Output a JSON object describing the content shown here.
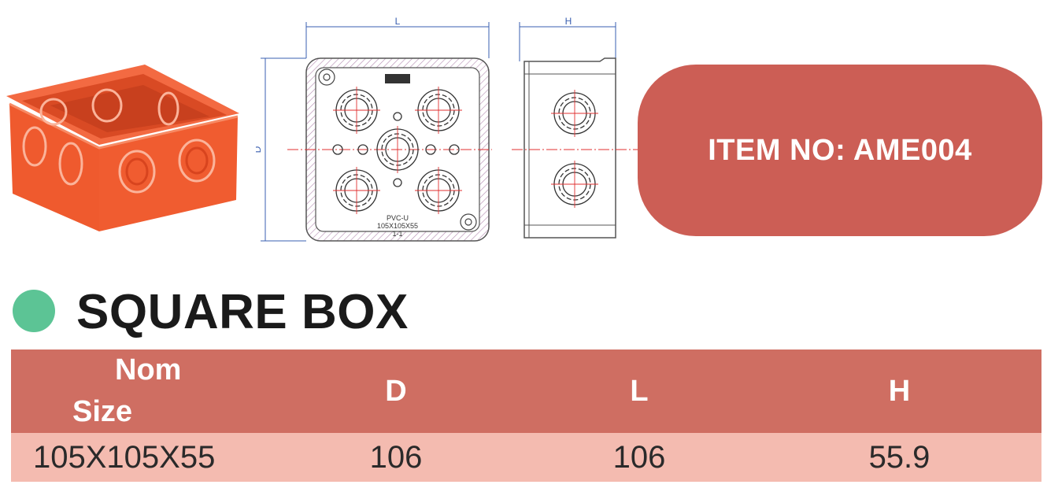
{
  "product": {
    "item_label": "ITEM NO: AME004",
    "title": "SQUARE BOX"
  },
  "drawing": {
    "dim_l": "L",
    "dim_h": "H",
    "dim_d": "D",
    "marking_line1": "PVC-U",
    "marking_line2": "105X105X55",
    "marking_line3": "1-1"
  },
  "table": {
    "headers": {
      "nom_line1": "Nom",
      "nom_line2": "Size",
      "d": "D",
      "l": "L",
      "h": "H"
    },
    "rows": [
      {
        "nom": "105X105X55",
        "d": "106",
        "l": "106",
        "h": "55.9"
      }
    ]
  },
  "colors": {
    "badge": "#cc5e55",
    "header": "#cf6e62",
    "row": "#f4bbb0",
    "dot": "#5cc495",
    "box_orange": "#f0582c"
  },
  "icons": {
    "bullet": "green-dot",
    "product": "square-junction-box-photo"
  }
}
